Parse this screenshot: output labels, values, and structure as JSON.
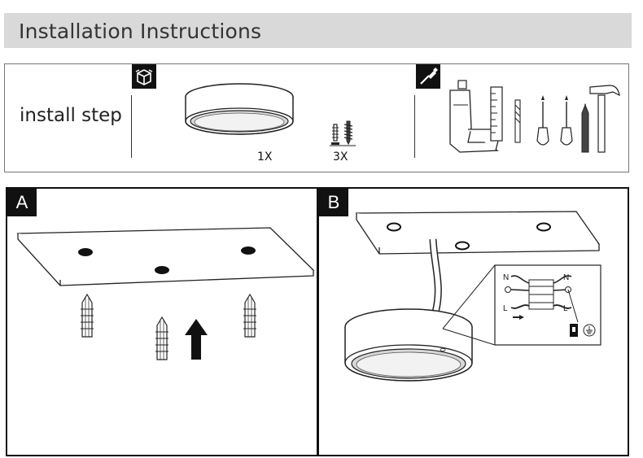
{
  "header": {
    "title": "Installation Instructions"
  },
  "install_step": {
    "label": "install step",
    "items": [
      {
        "icon": "package-icon",
        "name": "ceiling-light",
        "quantity": "1X"
      },
      {
        "icon": "screw-anchor-icon",
        "name": "screw-and-anchor",
        "quantity": "3X"
      }
    ],
    "tools_icon": "screwdriver-icon",
    "tools": [
      "drill-icon",
      "ruler-icon",
      "drill-bit-icon",
      "screwdriver-icon",
      "screwdriver-icon",
      "pencil-icon",
      "hammer-icon"
    ]
  },
  "steps": [
    {
      "letter": "A"
    },
    {
      "letter": "B",
      "wiring": {
        "neutral": "N",
        "live": "L"
      }
    }
  ]
}
